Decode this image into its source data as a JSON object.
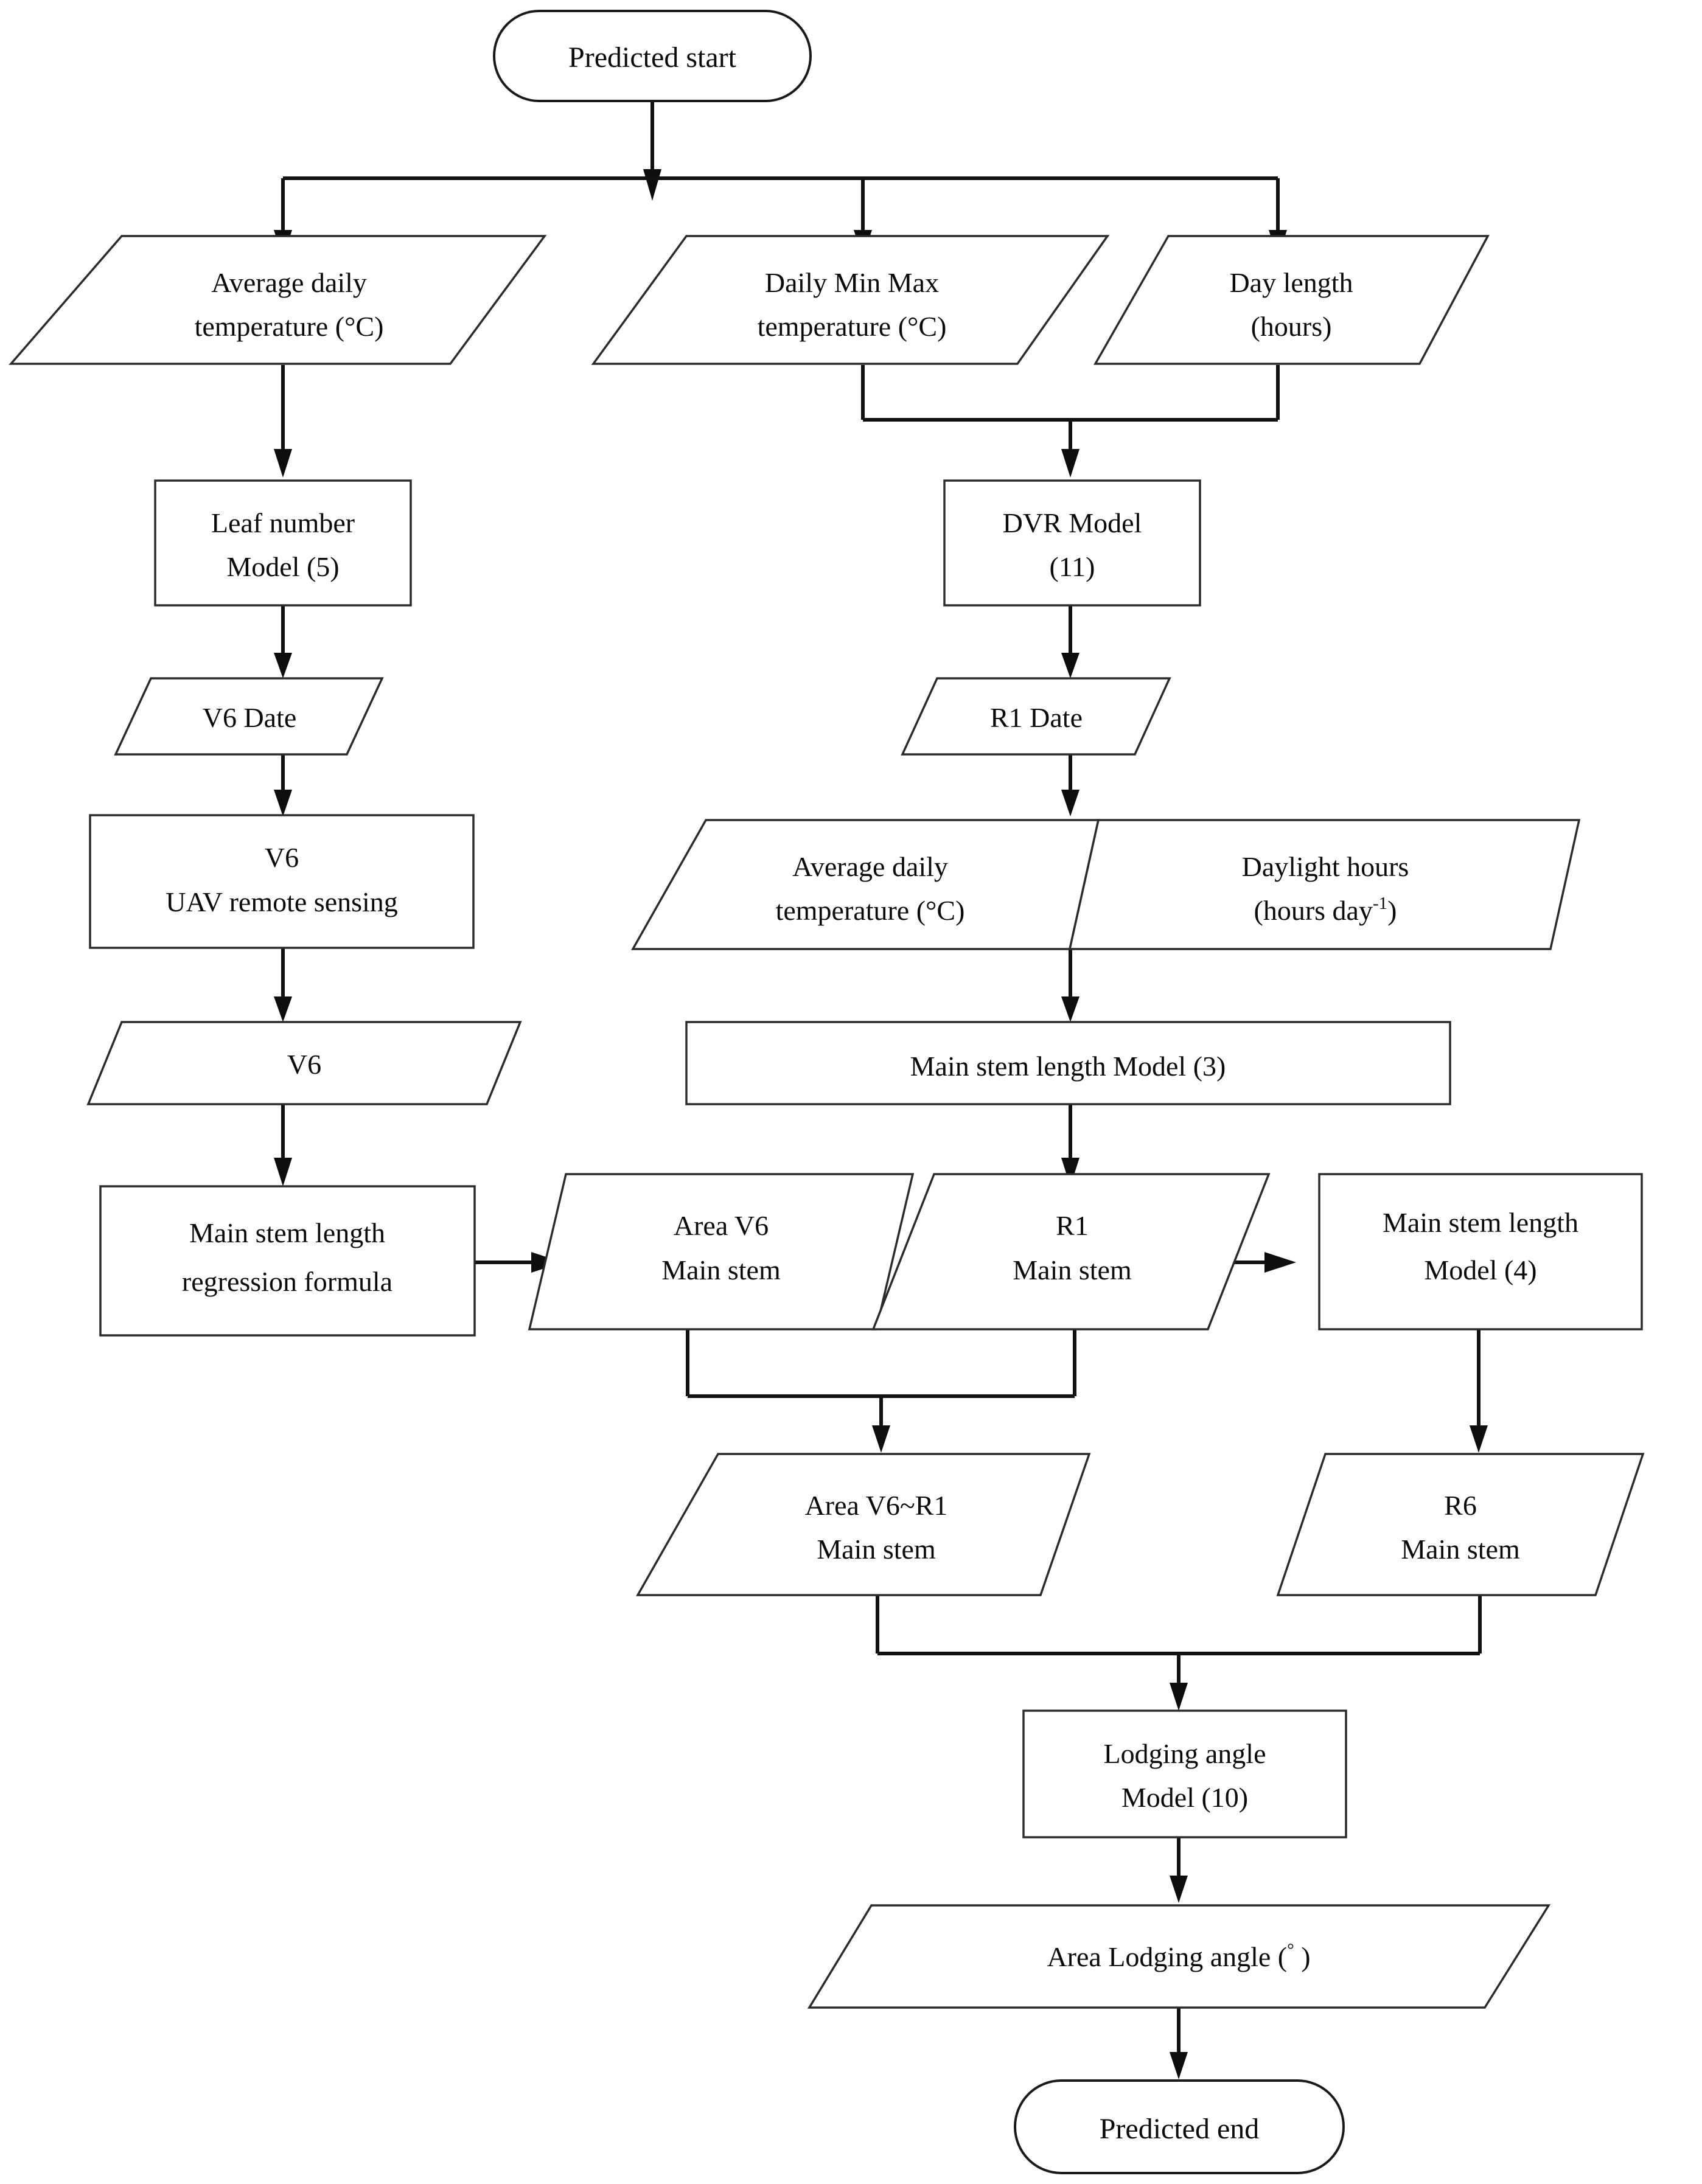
{
  "diagram": {
    "title": "Soybean lodging angle prediction flowchart",
    "colors": {
      "stroke": "#111111",
      "fill": "#ffffff",
      "text": "#0b0b0b"
    },
    "nodes": {
      "start": {
        "label": "Predicted start",
        "shape": "terminator"
      },
      "avg_daily_temp_left": {
        "line1": "Average daily",
        "line2": "temperature (°C)",
        "shape": "parallelogram"
      },
      "daily_min_max_temp": {
        "line1": "Daily Min Max",
        "line2": "temperature (°C)",
        "shape": "parallelogram"
      },
      "day_length": {
        "line1": "Day length",
        "line2": "(hours)",
        "shape": "parallelogram"
      },
      "leaf_number_model": {
        "line1": "Leaf number",
        "line2": "Model (5)",
        "shape": "process"
      },
      "dvr_model": {
        "line1": "DVR Model",
        "line2": "(11)",
        "shape": "process"
      },
      "v6_date": {
        "line1": "V6 Date",
        "shape": "parallelogram"
      },
      "r1_date": {
        "line1": "R1 Date",
        "shape": "parallelogram"
      },
      "v6_uav_remote_sensing": {
        "line1": "V6",
        "line2": "UAV remote sensing",
        "shape": "process"
      },
      "avg_daily_temp_mid": {
        "line1": "Average daily",
        "line2": "temperature (°C)",
        "shape": "parallelogram"
      },
      "daylight_hours": {
        "line1": "Daylight hours",
        "line2_pre": "(hours day",
        "line2_sup": "-1",
        "line2_post": ")",
        "shape": "parallelogram"
      },
      "v6": {
        "line1": "V6",
        "shape": "parallelogram"
      },
      "main_stem_length_model_3": {
        "line1": "Main stem length Model (3)",
        "shape": "process"
      },
      "main_stem_length_regression_formula": {
        "line1": "Main stem length",
        "line2": "regression formula",
        "shape": "process"
      },
      "area_v6_main_stem": {
        "line1": "Area V6",
        "line2": "Main stem",
        "shape": "parallelogram"
      },
      "r1_main_stem": {
        "line1": "R1",
        "line2": "Main stem",
        "shape": "parallelogram"
      },
      "main_stem_length_model_4": {
        "line1": "Main stem length",
        "line2": "Model (4)",
        "shape": "process"
      },
      "area_v6_r1_main_stem": {
        "line1": "Area V6~R1",
        "line2": "Main stem",
        "shape": "parallelogram"
      },
      "r6_main_stem": {
        "line1": "R6",
        "line2": "Main stem",
        "shape": "parallelogram"
      },
      "lodging_angle_model_10": {
        "line1": "Lodging angle",
        "line2": "Model (10)",
        "shape": "process"
      },
      "area_lodging_angle": {
        "line1_pre": "Area Lodging angle (",
        "line1_sup": "°",
        "line1_post": "  )",
        "shape": "parallelogram"
      },
      "end": {
        "label": "Predicted end",
        "shape": "terminator"
      }
    },
    "edges": [
      {
        "from": "start",
        "to": "avg_daily_temp_left",
        "type": "fan-out"
      },
      {
        "from": "start",
        "to": "daily_min_max_temp",
        "type": "fan-out"
      },
      {
        "from": "start",
        "to": "day_length",
        "type": "fan-out"
      },
      {
        "from": "avg_daily_temp_left",
        "to": "leaf_number_model",
        "type": "straight"
      },
      {
        "from": "daily_min_max_temp",
        "to": "dvr_model",
        "type": "merge"
      },
      {
        "from": "day_length",
        "to": "dvr_model",
        "type": "merge"
      },
      {
        "from": "leaf_number_model",
        "to": "v6_date",
        "type": "straight"
      },
      {
        "from": "dvr_model",
        "to": "r1_date",
        "type": "straight"
      },
      {
        "from": "v6_date",
        "to": "v6_uav_remote_sensing",
        "type": "straight"
      },
      {
        "from": "r1_date",
        "to": "avg_daily_temp_mid",
        "type": "straight"
      },
      {
        "from": "v6_uav_remote_sensing",
        "to": "v6",
        "type": "straight"
      },
      {
        "from": "avg_daily_temp_mid",
        "to": "main_stem_length_model_3",
        "type": "straight"
      },
      {
        "from": "v6",
        "to": "main_stem_length_regression_formula",
        "type": "straight"
      },
      {
        "from": "main_stem_length_regression_formula",
        "to": "area_v6_main_stem",
        "type": "horizontal"
      },
      {
        "from": "main_stem_length_model_3",
        "to": "r1_main_stem",
        "type": "straight"
      },
      {
        "from": "r1_main_stem",
        "to": "main_stem_length_model_4",
        "type": "horizontal"
      },
      {
        "from": "area_v6_main_stem",
        "to": "area_v6_r1_main_stem",
        "type": "merge"
      },
      {
        "from": "r1_main_stem",
        "to": "area_v6_r1_main_stem",
        "type": "merge"
      },
      {
        "from": "main_stem_length_model_4",
        "to": "r6_main_stem",
        "type": "straight"
      },
      {
        "from": "area_v6_r1_main_stem",
        "to": "lodging_angle_model_10",
        "type": "merge"
      },
      {
        "from": "r6_main_stem",
        "to": "lodging_angle_model_10",
        "type": "merge"
      },
      {
        "from": "lodging_angle_model_10",
        "to": "area_lodging_angle",
        "type": "straight"
      },
      {
        "from": "area_lodging_angle",
        "to": "end",
        "type": "straight"
      }
    ]
  }
}
